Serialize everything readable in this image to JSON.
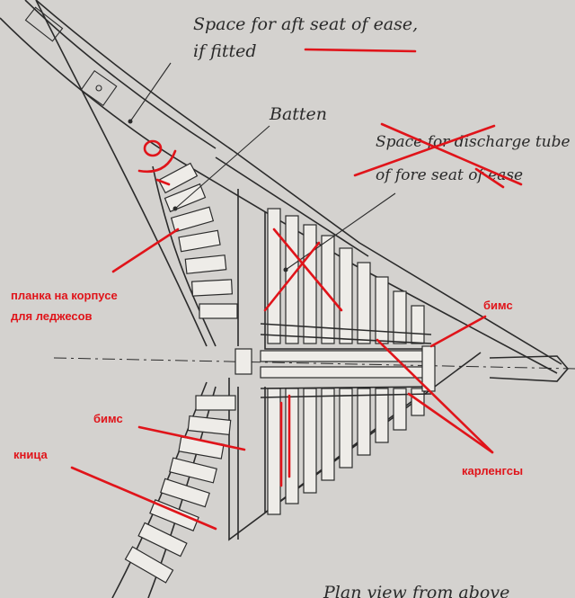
{
  "annotations": {
    "aft_seat_line1": "Space for aft seat of ease,",
    "aft_seat_line2": "if fitted",
    "batten": "Batten",
    "discharge_line1": "Space for discharge tube",
    "discharge_line2": "of fore seat of ease",
    "bottom_caption": "Plan view from above"
  },
  "russian_labels": {
    "hull_plank_line1": "планка на корпусе",
    "hull_plank_line2": "для леджесов",
    "beams_right": "бимс",
    "beams_left": "бимс",
    "knee": "кница",
    "carlings": "карленгсы"
  },
  "colors": {
    "background": "#d4d2cf",
    "ink": "#2b2b2b",
    "markup_red": "#e0141a",
    "plank_fill": "#eeece8"
  }
}
